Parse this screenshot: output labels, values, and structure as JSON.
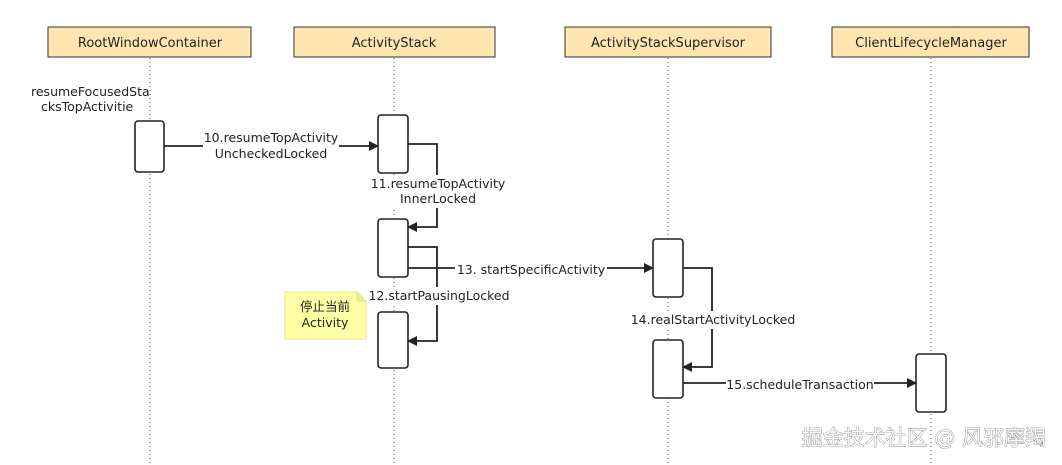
{
  "lifelines": {
    "root": "RootWindowContainer",
    "stack": "ActivityStack",
    "supervisor": "ActivityStackSupervisor",
    "lifecycle": "ClientLifecycleManager"
  },
  "labels": {
    "resume_focused": [
      "resumeFocusedSta",
      "cksTopActivitie"
    ],
    "m10": [
      "10.resumeTopActivity",
      "UncheckedLocked"
    ],
    "m11": [
      "11.resumeTopActivity",
      "InnerLocked"
    ],
    "m12": "12.startPausingLocked",
    "m13": "13. startSpecificActivity",
    "m14": "14.realStartActivityLocked",
    "m15": "15.scheduleTransaction"
  },
  "note": [
    "停止当前",
    "Activity"
  ],
  "watermark": "掘金技术社区 @ 风邪摩羯",
  "colors": {
    "lifeline_fill": "#FFE6B0",
    "note_fill": "#FFFFA6",
    "line": "#222222"
  }
}
